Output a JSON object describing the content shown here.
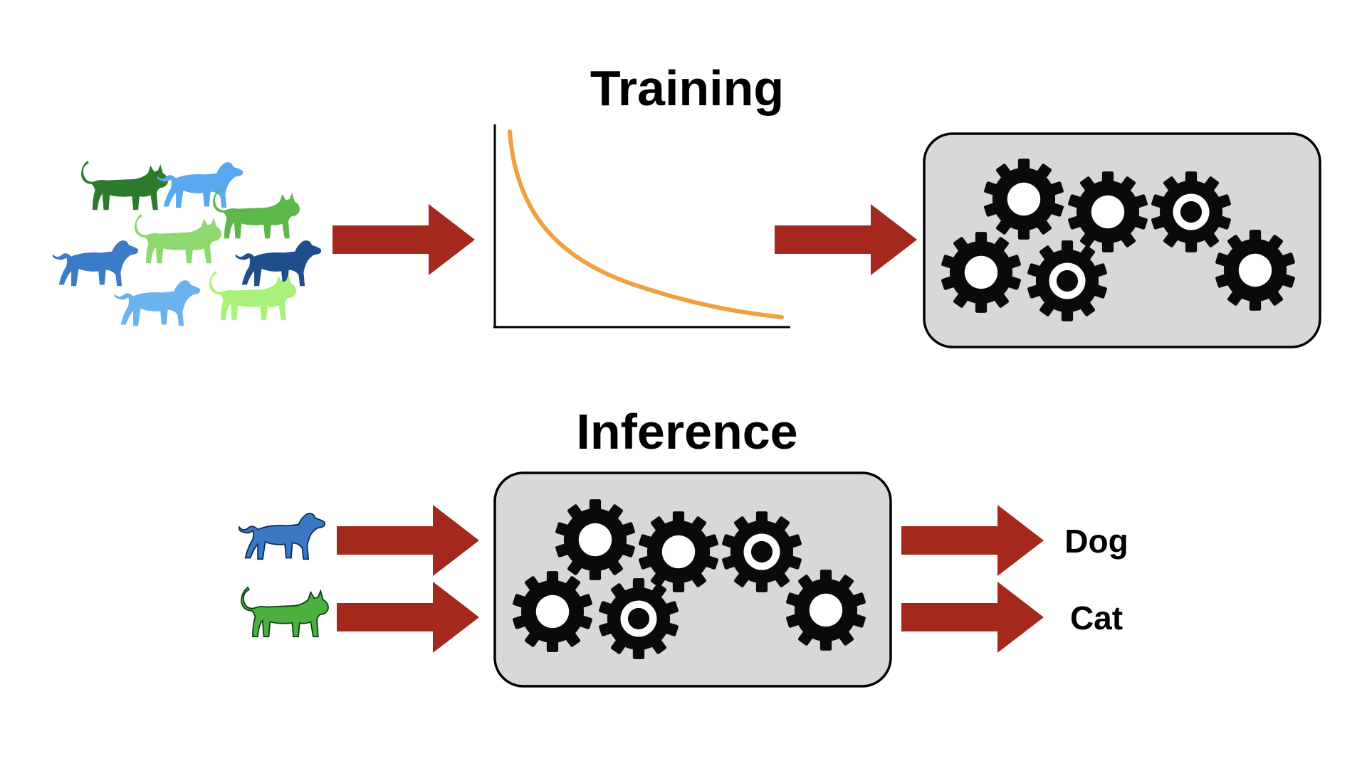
{
  "training": {
    "title": "Training",
    "loss_curve_color": "#f0a040",
    "icons": [
      "cat-icon",
      "dog-icon",
      "cat-icon",
      "dog-icon",
      "cat-icon",
      "dog-icon",
      "dog-icon",
      "cat-icon"
    ]
  },
  "inference": {
    "title": "Inference",
    "inputs": [
      {
        "icon": "dog-icon",
        "color": "#3a78c4"
      },
      {
        "icon": "cat-icon",
        "color": "#4caf3e"
      }
    ],
    "outputs": [
      {
        "label": "Dog"
      },
      {
        "label": "Cat"
      }
    ]
  },
  "colors": {
    "arrow": "#a5281c",
    "model_box_fill": "#d8d8d8",
    "gear": "#0a0a0a",
    "dog_shades": [
      "#3a78c4",
      "#5aa8f0",
      "#6cb3ee",
      "#1f4f8a",
      "#3b7bc8"
    ],
    "cat_shades": [
      "#2d7a2d",
      "#5cb84a",
      "#8ed870",
      "#a8f27c"
    ]
  }
}
